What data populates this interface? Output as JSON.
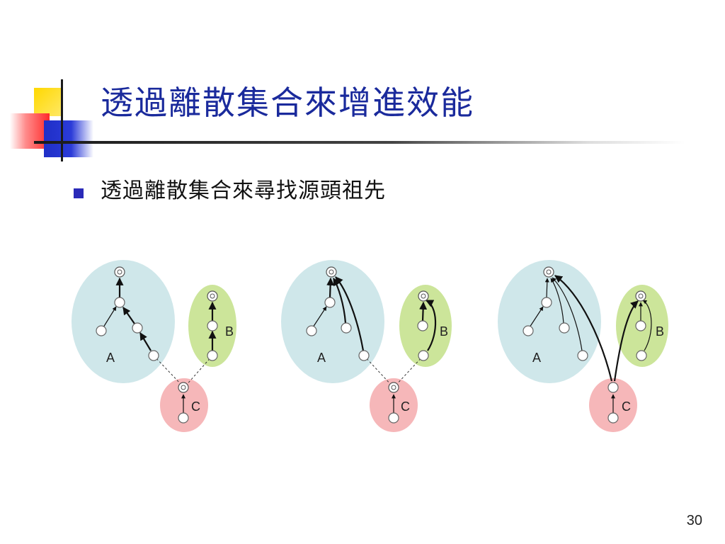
{
  "slide": {
    "title": "透過離散集合來增進效能",
    "bullet": "透過離散集合來尋找源頭祖先",
    "page_number": "30"
  },
  "diagram": {
    "set_labels": [
      "A",
      "B",
      "C"
    ],
    "colors": {
      "A": "#cfe7ea",
      "B": "#cce59a",
      "C": "#f6b7b9"
    },
    "panels": [
      {
        "labels": {
          "A": "A",
          "B": "B",
          "C": "C"
        }
      },
      {
        "labels": {
          "A": "A",
          "B": "B",
          "C": "C"
        }
      },
      {
        "labels": {
          "A": "A",
          "B": "B",
          "C": "C"
        }
      }
    ]
  }
}
